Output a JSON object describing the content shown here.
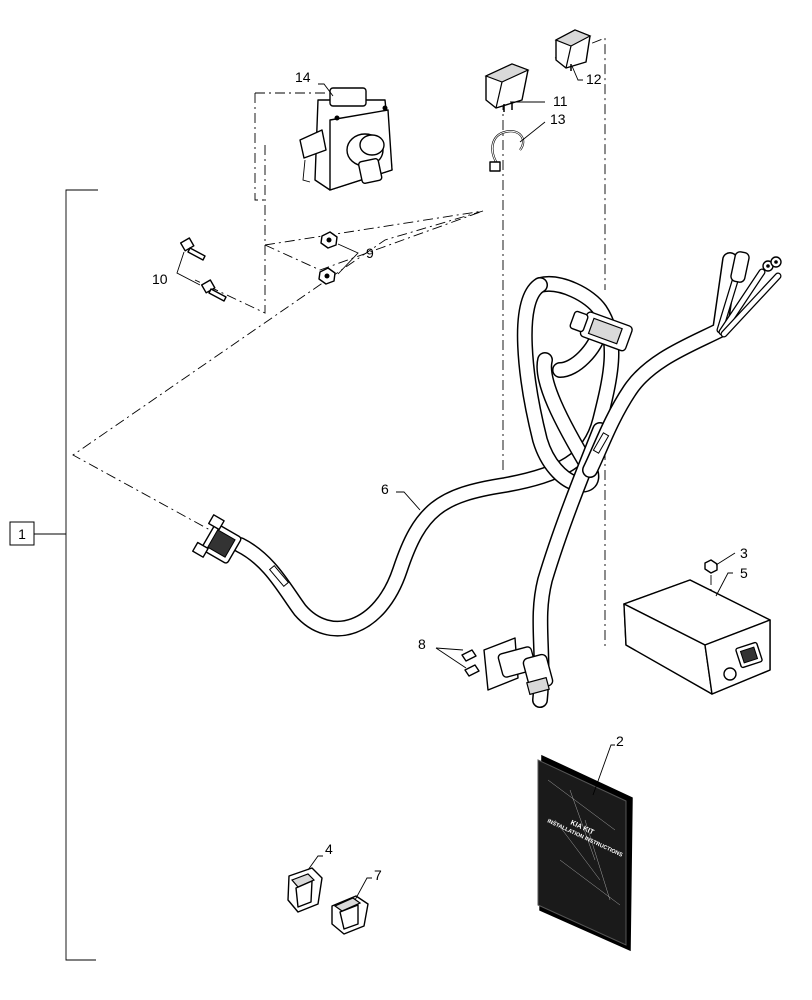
{
  "callouts": {
    "c1": "1",
    "c2": "2",
    "c3": "3",
    "c4": "4",
    "c5": "5",
    "c6": "6",
    "c7": "7",
    "c8": "8",
    "c9": "9",
    "c10": "10",
    "c11": "11",
    "c12": "12",
    "c13": "13",
    "c14": "14"
  },
  "manual": {
    "cover_line1": "KIA KIT",
    "cover_line2": "INSTALLATION INSTRUCTIONS"
  }
}
